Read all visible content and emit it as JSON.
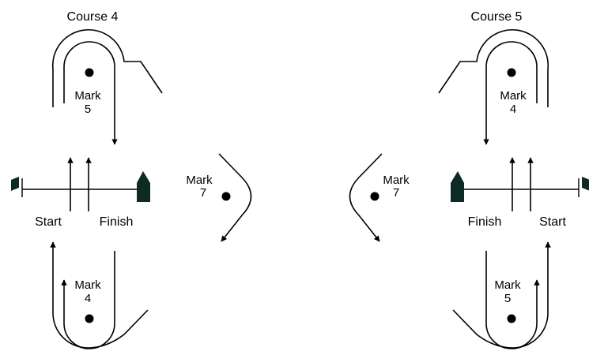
{
  "courses": [
    {
      "title": "Course 4",
      "labels": {
        "start": "Start",
        "finish": "Finish"
      },
      "marks": [
        {
          "word": "Mark",
          "number": "5"
        },
        {
          "word": "Mark",
          "number": "7"
        },
        {
          "word": "Mark",
          "number": "4"
        }
      ]
    },
    {
      "title": "Course 5",
      "labels": {
        "start": "Start",
        "finish": "Finish"
      },
      "marks": [
        {
          "word": "Mark",
          "number": "4"
        },
        {
          "word": "Mark",
          "number": "7"
        },
        {
          "word": "Mark",
          "number": "5"
        }
      ]
    }
  ],
  "icons": [
    "flag-icon",
    "committee-boat-icon",
    "mark-buoy-icon",
    "arrowhead-icon"
  ],
  "colors": {
    "ink": "#000000",
    "boat": "#0d2b24",
    "background": "#ffffff"
  }
}
